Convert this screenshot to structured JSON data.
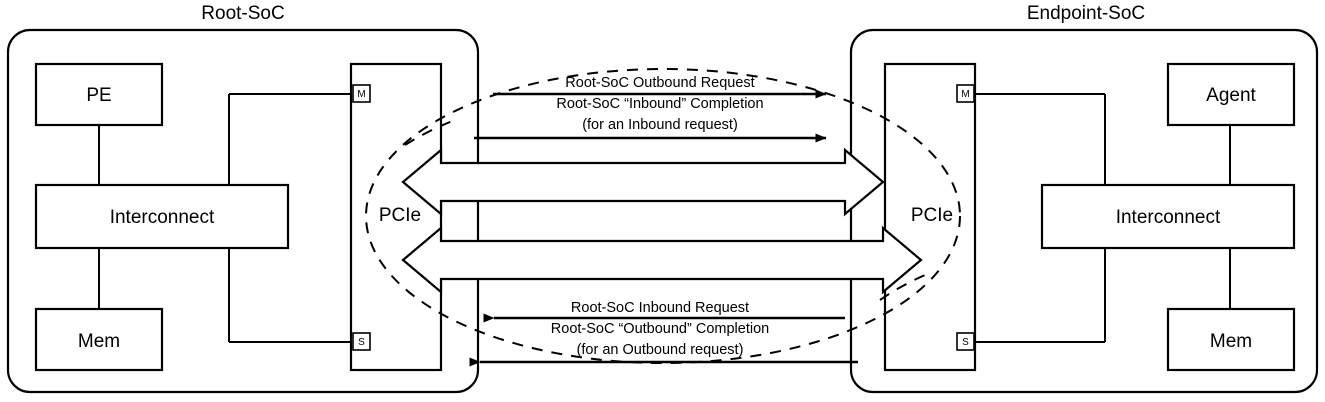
{
  "diagram": {
    "title_left": "Root-SoC",
    "title_right": "Endpoint-SoC"
  },
  "root_soc": {
    "name": "Root-SoC",
    "blocks": {
      "pe": "PE",
      "interconnect": "Interconnect",
      "mem": "Mem",
      "pcie": "PCIe"
    },
    "ports": {
      "master": "M",
      "slave": "S"
    }
  },
  "endpoint_soc": {
    "name": "Endpoint-SoC",
    "blocks": {
      "agent": "Agent",
      "interconnect": "Interconnect",
      "mem": "Mem",
      "pcie": "PCIe"
    },
    "ports": {
      "master": "M",
      "slave": "S"
    }
  },
  "flows": {
    "top": {
      "line1": "Root-SoC Outbound Request",
      "line2": "Root-SoC “Inbound” Completion",
      "line3": "(for an Inbound request)"
    },
    "bottom": {
      "line1": "Root-SoC Inbound Request",
      "line2": "Root-SoC “Outbound”  Completion",
      "line3": "(for an Outbound request)"
    }
  },
  "colors": {
    "stroke": "#000000",
    "fill": "#ffffff"
  }
}
